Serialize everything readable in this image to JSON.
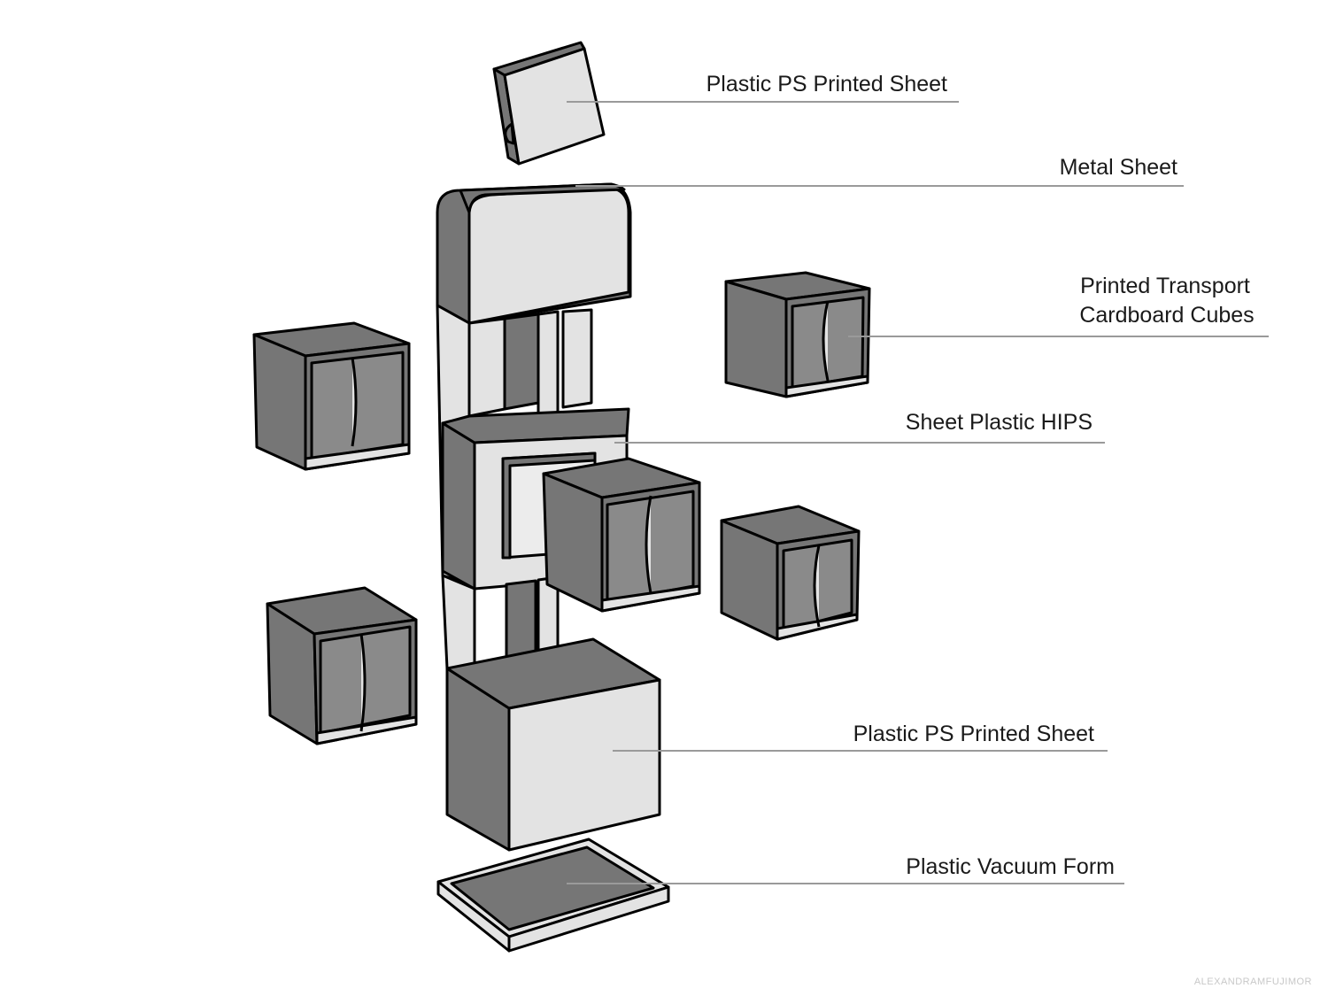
{
  "labels": {
    "top_sheet": "Plastic PS Printed Sheet",
    "metal_sheet": "Metal Sheet",
    "cubes_line1": "Printed Transport",
    "cubes_line2": "Cardboard Cubes",
    "hips": "Sheet Plastic HIPS",
    "bottom_sheet": "Plastic PS Printed Sheet",
    "vacuum_form": "Plastic Vacuum Form"
  },
  "watermark": "ALEXANDRAMFUJIMOR",
  "colors": {
    "dark_face": "#767676",
    "light_face": "#e3e3e3",
    "leader_line": "#9a9a9a",
    "outline": "#000000"
  }
}
